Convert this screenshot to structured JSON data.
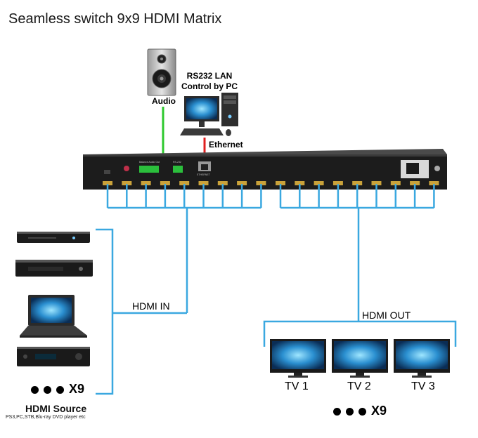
{
  "title": "Seamless switch 9x9 HDMI Matrix",
  "audio": {
    "label": "Audio",
    "icon": "speaker-icon"
  },
  "pc": {
    "label_line1": "RS232 LAN",
    "label_line2": "Control by PC",
    "icon": "desktop-pc-icon"
  },
  "ethernet_label": "Ethernet",
  "matrix": {
    "icon": "hdmi-matrix-device",
    "input_ports": 9,
    "output_ports": 9,
    "panel_text": {
      "balance_audio": "Balance Audio Out",
      "rs232": "RS-232",
      "ethernet": "ETHERNET"
    }
  },
  "hdmi_in_label": "HDMI IN",
  "hdmi_out_label": "HDMI OUT",
  "sources": {
    "devices": [
      "dvd-player-icon",
      "set-top-box-icon",
      "laptop-icon",
      "blu-ray-player-icon"
    ],
    "count_label": "X9",
    "title": "HDMI Source",
    "subtitle": "PS3,PC,STB,Blu-ray DVD player etc"
  },
  "tvs": {
    "labels": [
      "TV 1",
      "TV 2",
      "TV 3"
    ],
    "count_label": "X9"
  },
  "colors": {
    "hdmi_line": "#3aa8e0",
    "audio_line": "#2dc82d",
    "ethernet_line": "#e02020",
    "device_body": "#1c1c1c"
  }
}
